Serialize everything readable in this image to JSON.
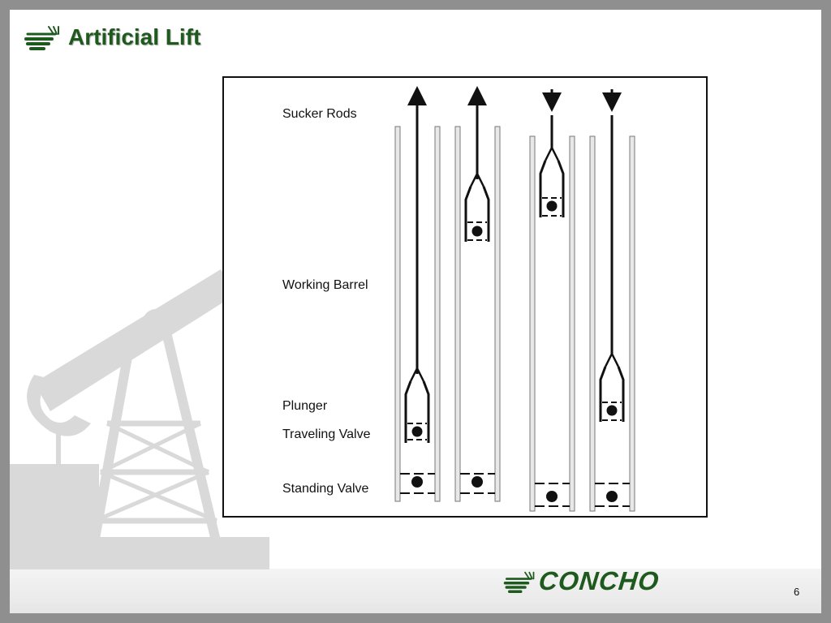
{
  "slide": {
    "title": "Artificial Lift",
    "page_number": "6",
    "brand": "CONCHO"
  },
  "diagram": {
    "labels": {
      "sucker_rods": "Sucker Rods",
      "working_barrel": "Working Barrel",
      "plunger": "Plunger",
      "traveling_valve": "Traveling Valve",
      "standing_valve": "Standing Valve"
    },
    "stages": [
      {
        "rod_direction": "up",
        "plunger_position": "bottom"
      },
      {
        "rod_direction": "up",
        "plunger_position": "top"
      },
      {
        "rod_direction": "down",
        "plunger_position": "top"
      },
      {
        "rod_direction": "down",
        "plunger_position": "bottom"
      }
    ]
  },
  "colors": {
    "brand_green": "#1e5a1e",
    "frame_gray": "#8f8f8f"
  }
}
